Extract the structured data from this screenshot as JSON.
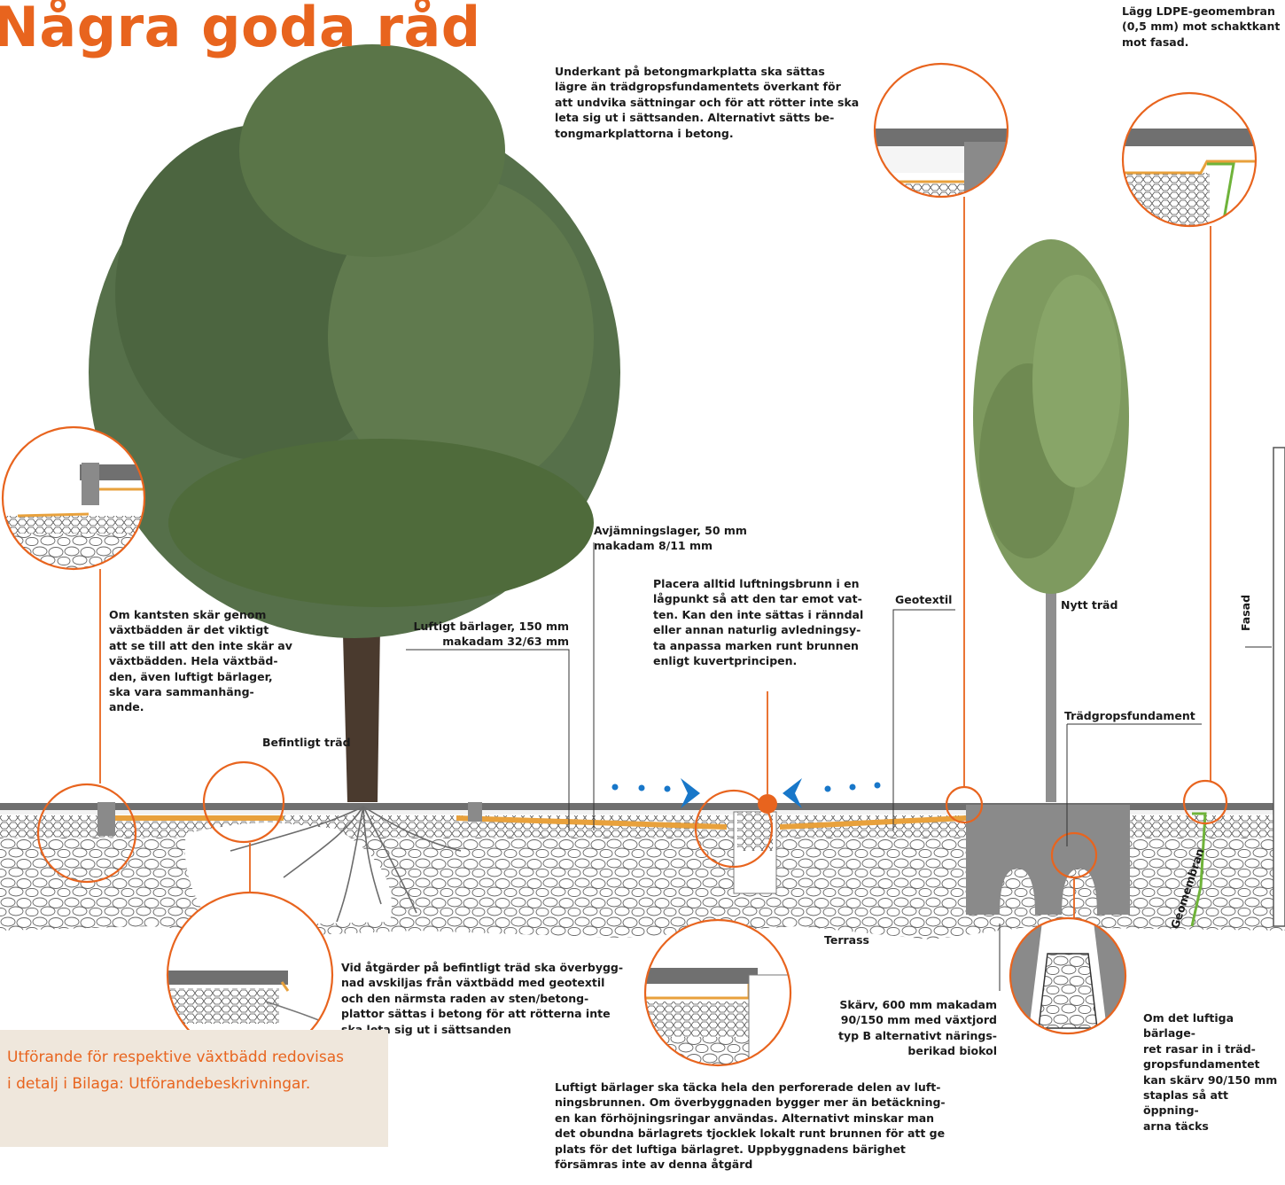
{
  "title": "Några goda råd",
  "annotations": {
    "ldpe": "Lägg LDPE-geomembran\n(0,5 mm) mot schaktkant\nmot fasad.",
    "underkant": "Underkant på betongmarkplatta ska sättas\nlägre än trädgropsfundamentets överkant för\natt undvika sättningar och för att rötter inte ska\nleta sig ut i sättsanden. Alternativt sätts be-\ntongmarkplattorna i betong.",
    "avjamning": "Avjämningslager, 50 mm\nmakadam 8/11 mm",
    "placera": "Placera alltid luftningsbrunn i en\nlågpunkt så att den tar emot vat-\nten. Kan den inte sättas i ränndal\neller annan naturlig avledningsy-\nta anpassa marken runt brunnen\nenligt kuvertprincipen.",
    "geotextil": "Geotextil",
    "nytt_trad": "Nytt träd",
    "fasad": "Fasad",
    "luftigt": "Luftigt bärlager, 150 mm\nmakadam 32/63 mm",
    "kantsten": "Om kantsten skär genom\nväxtbädden är det viktigt\natt se till att den inte skär av\nväxtbädden. Hela växtbäd-\nden, även luftigt bärlager,\nska vara sammanhäng-\nande.",
    "befintligt": "Befintligt träd",
    "tradgrop": "Trädgropsfundament",
    "geomembran": "Geomembran",
    "terrass": "Terrass",
    "atgarder": "Vid åtgärder på befintligt träd ska överbygg-\nnad avskiljas från växtbädd med geotextil\noch den närmsta raden av sten/betong-\nplattor sättas i betong för att rötterna inte\nska leta sig ut i sättsanden",
    "skarv": "Skärv, 600 mm makadam\n90/150 mm med växtjord\ntyp B alternativt närings-\nberikad biokol",
    "rasar": "Om det luftiga bärlage-\nret rasar in i träd-\ngropsfundamentet\nkan skärv 90/150 mm\nstaplas så att öppning-\narna täcks",
    "luftigt_brunn": "Luftigt bärlager ska täcka hela den perforerade delen av luft-\nningsbrunnen. Om överbyggnaden bygger mer än betäckning-\nen kan förhöjningsringar användas. Alternativt minskar man\ndet obundna bärlagrets tjocklek lokalt runt brunnen för att ge\nplats för det luftiga bärlagret. Uppbyggnadens bärighet\nförsämras inte av denna åtgärd"
  },
  "infobox": "Utförande för respektive växtbädd redovisas\ni detalj i Bilaga: Utförandebeskrivningar.",
  "colors": {
    "accent": "#e8641e",
    "blue": "#1877c9",
    "green": "#6fb33a",
    "tree": "#4f6b3b",
    "concrete": "#8a8a8a",
    "paving": "#6f6f6f"
  }
}
